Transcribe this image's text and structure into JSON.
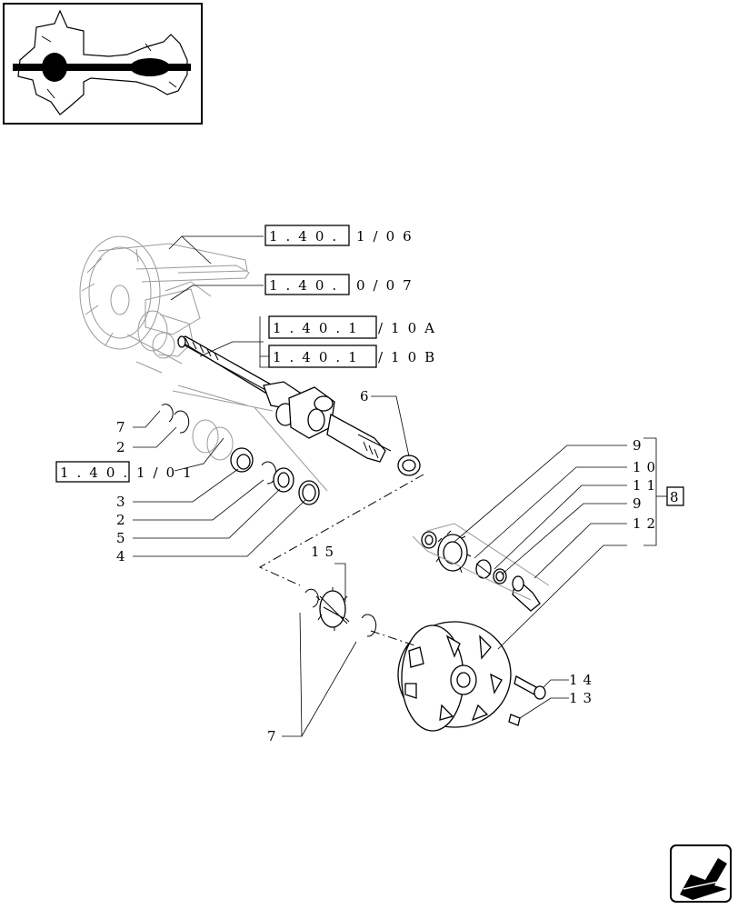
{
  "references": {
    "r1": {
      "boxed": "1.40.",
      "rest": "1/06"
    },
    "r2": {
      "boxed": "1.40.",
      "rest": "0/07"
    },
    "r3": {
      "boxed": "1.40.1",
      "rest": "/10A"
    },
    "r4": {
      "boxed": "1.40.1",
      "rest": "/10B"
    },
    "r5": {
      "boxed": "1.40.",
      "rest": "1/01"
    }
  },
  "callouts": {
    "c7a": "7",
    "c2a": "2",
    "c3": "3",
    "c2b": "2",
    "c5": "5",
    "c4": "4",
    "c6": "6",
    "c9a": "9",
    "c10": "10",
    "c11": "11",
    "c9b": "9",
    "c12": "12",
    "c8": "8",
    "c15": "15",
    "c14": "14",
    "c13": "13",
    "c7b": "7"
  },
  "icons": {
    "thumbnail": "axle-assembly-thumbnail",
    "nav": "next-page-arrow-icon"
  }
}
